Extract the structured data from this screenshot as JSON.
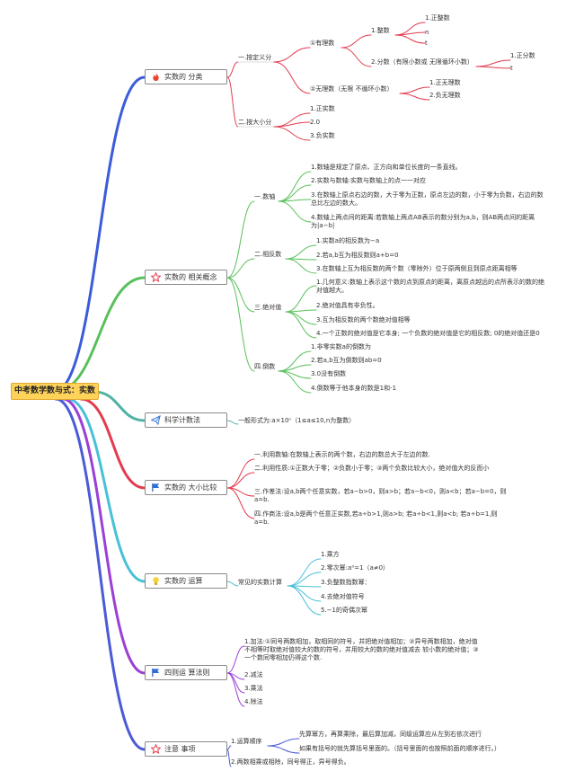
{
  "root": {
    "label": "中考数学数与式：实数"
  },
  "colors": {
    "blue": "#3b5bd9",
    "green": "#58c05a",
    "teal": "#4fb3a4",
    "red": "#e33b4f",
    "purple": "#9b3fd6",
    "cyan": "#48c0d8",
    "indigo": "#4b5bd6",
    "grey": "#b5b5b5"
  },
  "branches": {
    "classify": {
      "label": "实数的 分类",
      "icon": "fire-icon",
      "by_def": {
        "label": "一.按定义分",
        "rational": {
          "label": "①有理数",
          "integer": {
            "label": "1.整数",
            "items": [
              "1.正整数",
              "n",
              "t"
            ]
          },
          "fraction": {
            "label": "2.分数（有限小数或 无限循环小数）",
            "items": [
              "1.正分数",
              "t"
            ]
          }
        },
        "irrational": {
          "label": "②无理数（无限 不循环小数）",
          "items": [
            "1.正无理数",
            "2.负无理数"
          ]
        }
      },
      "by_size": {
        "label": "二.按大小分",
        "items": [
          "1.正实数",
          "2.0",
          "3.负实数"
        ]
      }
    },
    "concepts": {
      "label": "实数的 相关概念",
      "icon": "star-icon",
      "axis": {
        "label": "一.数轴",
        "items": [
          "1.数轴是规定了原点、正方向和单位长度的一条直线。",
          "2.实数与数轴:实数与数轴上的点一一对应",
          "3.在数轴上原点右边的数，大于零为正数，原点左边的数，小于零为负数，右边的数总比左边的数大。",
          "4.数轴上两点间的距离:若数轴上两点AB表示的数分别为a,b，则AB两点间的距离为|a−b|"
        ]
      },
      "opposite": {
        "label": "二.相反数",
        "items": [
          "1.实数a的相反数为−a",
          "2.若a,b互为相反数则a+b=0",
          "3.在数轴上互为相反数的两个数（零除外）位于原两侧且到原点距离相等"
        ]
      },
      "absolute": {
        "label": "三.绝对值",
        "items": [
          "1.几何意义:数轴上表示这个数的点到原点的距离，离原点越远的点所表示的数的绝对值越大。",
          "2.绝对值具有非负性。",
          "3.互为相反数的两个数绝对值相等",
          "4.一个正数的绝对值是它本身; 一个负数的绝对值是它的相反数; 0的绝对值还是0"
        ]
      },
      "reciprocal": {
        "label": "四.倒数",
        "items": [
          "1.非零实数a的倒数为",
          "2.若a,b互为倒数则ab=0",
          "3.0没有倒数",
          "4.倒数等于他本身的数是1和-1"
        ]
      }
    },
    "scientific": {
      "label": "科学计数法",
      "icon": "paper-plane-icon",
      "text": "一般形式为:a×10ⁿ（1≤a≤10,n为整数）"
    },
    "compare": {
      "label": "实数的 大小比较",
      "icon": "flag-icon",
      "items": [
        "一.利用数轴:在数轴上表示的两个数，右边的数总大于左边的数.",
        "二.利用性质:①正数大于零；②负数小于零；③两个负数比较大小，绝对值大的反而小",
        "三.作差法:设a,b两个任意实数，若a−b>0，则a>b；若a−b<0，则a<b；若a−b=0，则a=b.",
        "四.作商法:设a,b是两个任意正实数,若a÷b>1,则a>b; 若a÷b<1,则a<b; 若a÷b=1,则a=b."
      ]
    },
    "operations": {
      "label": "实数的 运算",
      "icon": "lightbulb-icon",
      "sub": {
        "label": "常见的实数计算",
        "items": [
          "1.乘方",
          "2.零次幂:a⁰=1（a≠0）",
          "3.负整数指数幂：",
          "4.去绝对值符号",
          "5.−1的奇偶次幂"
        ]
      }
    },
    "rules": {
      "label": "四则运 算法则",
      "icon": "flag-icon",
      "items": [
        "1.加法:①同号两数相加，取相同的符号，并把绝对值相加；②异号两数相加，绝对值不相等时取绝对值较大的数的符号，并用较大的数的绝对值减去 较小数的绝对值；③一个数同零相加仍得这个数.",
        "2.减法",
        "3.乘法",
        "4.除法"
      ]
    },
    "notes": {
      "label": "注意 事项",
      "icon": "star-icon",
      "order": {
        "label": "1.运算顺序",
        "items": [
          "先算幂方，再算乘除，最后算加减，同级运算应从左到右依次进行",
          "如果有括号的就先算括号里面的。（括号里面的也按照前面的顺序进行。）"
        ]
      },
      "sign": {
        "label": "2.两数相乘或相除，同号得正，异号得负。"
      }
    }
  }
}
